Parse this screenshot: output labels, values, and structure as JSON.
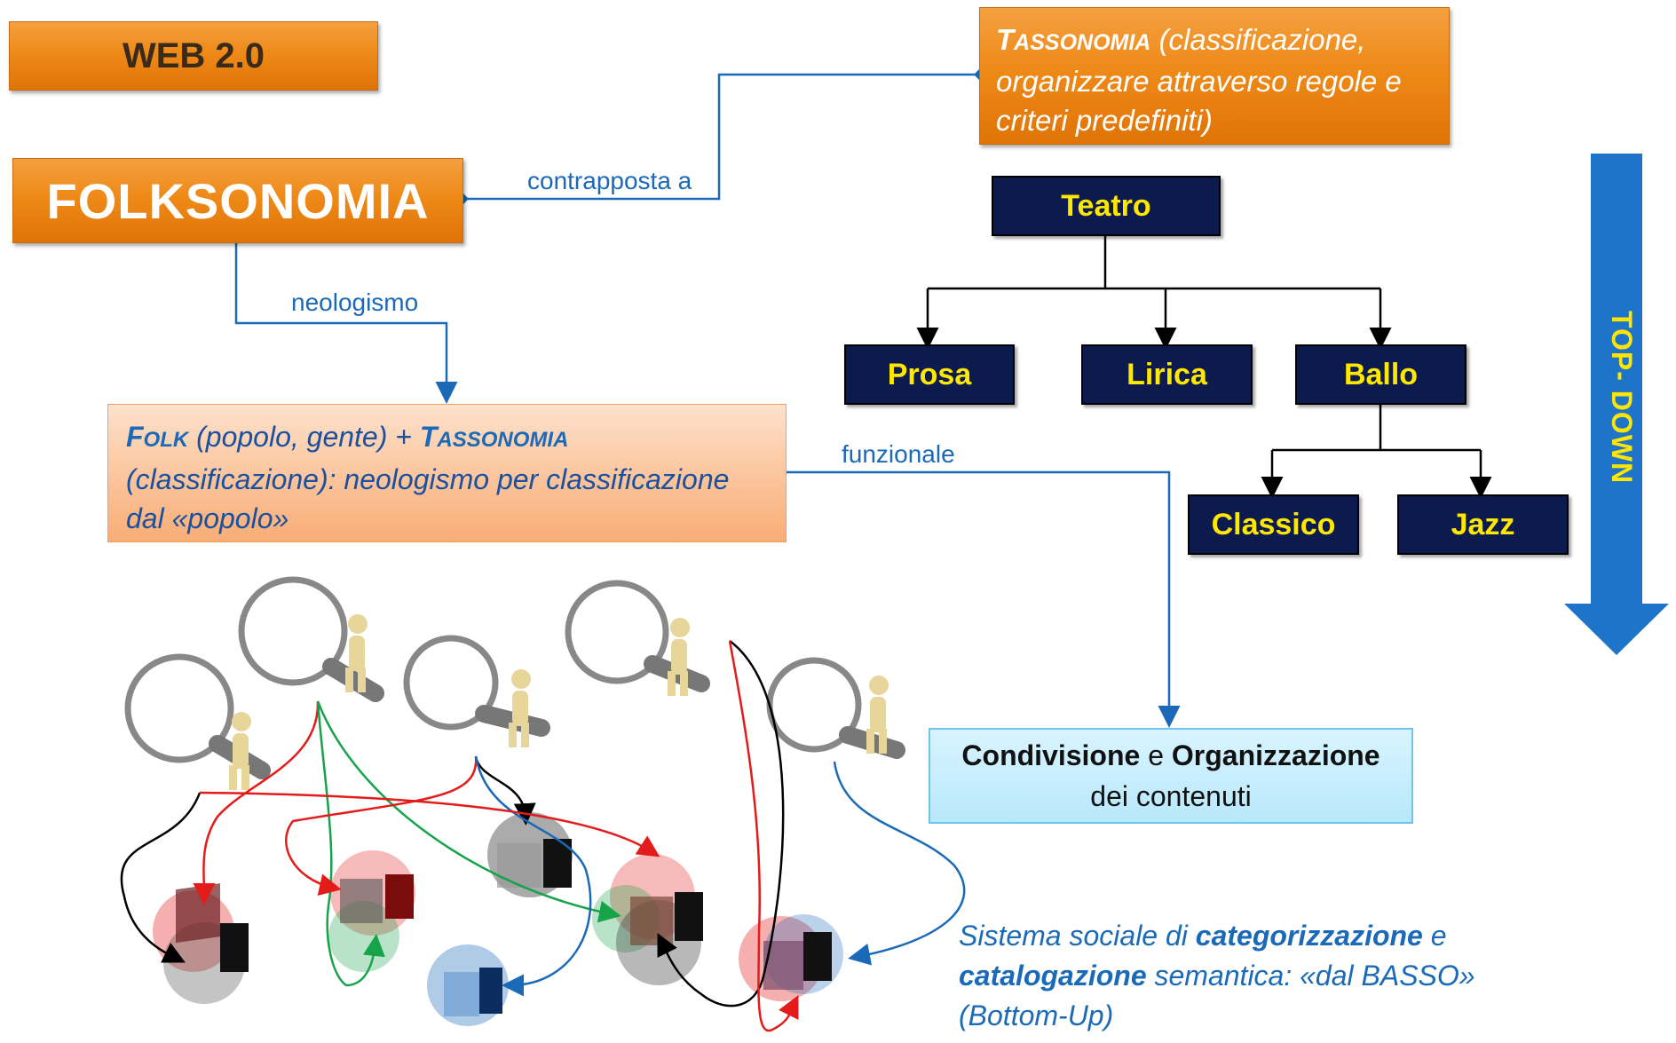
{
  "web": "WEB 2.0",
  "folksonomia": "FOLKSONOMIA",
  "tassonomia": {
    "kw_first": "T",
    "kw_rest": "ASSONOMIA",
    "text": " (classificazione, organizzare attraverso regole e criteri predefiniti)"
  },
  "links": {
    "contrapposta": "contrapposta a",
    "neologismo": "neologismo",
    "funzionale": "funzionale"
  },
  "definition": {
    "folk_first": "F",
    "folk_rest": "OLK",
    "part1": " (popolo, gente) + ",
    "tass_first": "T",
    "tass_rest": "ASSONOMIA",
    "part2": " (classificazione): neologismo per  classificazione dal «popolo»"
  },
  "tree": {
    "root": "Teatro",
    "level1": [
      "Prosa",
      "Lirica",
      "Ballo"
    ],
    "level2": [
      "Classico",
      "Jazz"
    ]
  },
  "topdown": "TOP- DOWN",
  "result": {
    "w1": "Condivisione",
    "w2": " e ",
    "w3": "Organizzazione",
    "line2": "dei contenuti"
  },
  "bottom_up": {
    "t1": "Sistema sociale di ",
    "b1": "categorizzazione",
    "t2": " e ",
    "b2": "catalogazione",
    "t3": " semantica: «dal BASSO» (Bottom-Up)"
  },
  "colors": {
    "orange": "#ee8a18",
    "navy": "#0c1a4e",
    "yellow": "#ffe800",
    "blue": "#1a6ab8",
    "arrow_blue": "#1e74c8",
    "red": "#e31b1b",
    "green": "#16a34a",
    "black": "#000000"
  },
  "icons": [
    "magnifier-person-icon",
    "folder-stack-icon"
  ]
}
